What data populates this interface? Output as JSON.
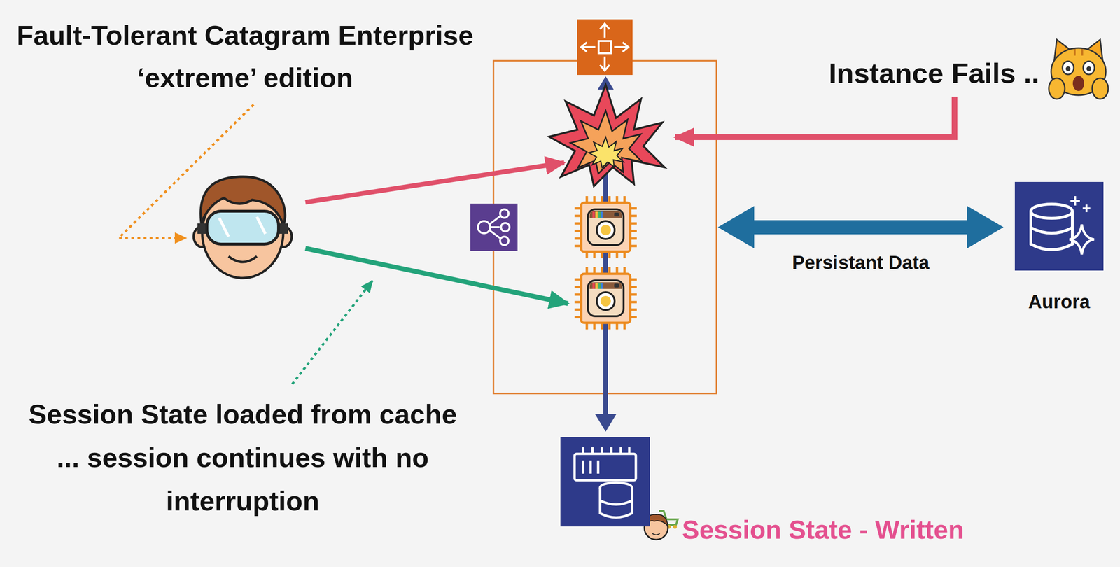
{
  "diagram": {
    "title": "Fault-Tolerant Catagram Enterprise ‘extreme’ edition",
    "nodes": [
      {
        "text": [
          "Aurora"
        ]
      },
      {
        "text": [
          "Session State - Written"
        ]
      }
    ],
    "labels": [
      "Instance Fails ..",
      "Persistant Data",
      "Session State loaded from cache ... session continues with no interruption"
    ]
  }
}
